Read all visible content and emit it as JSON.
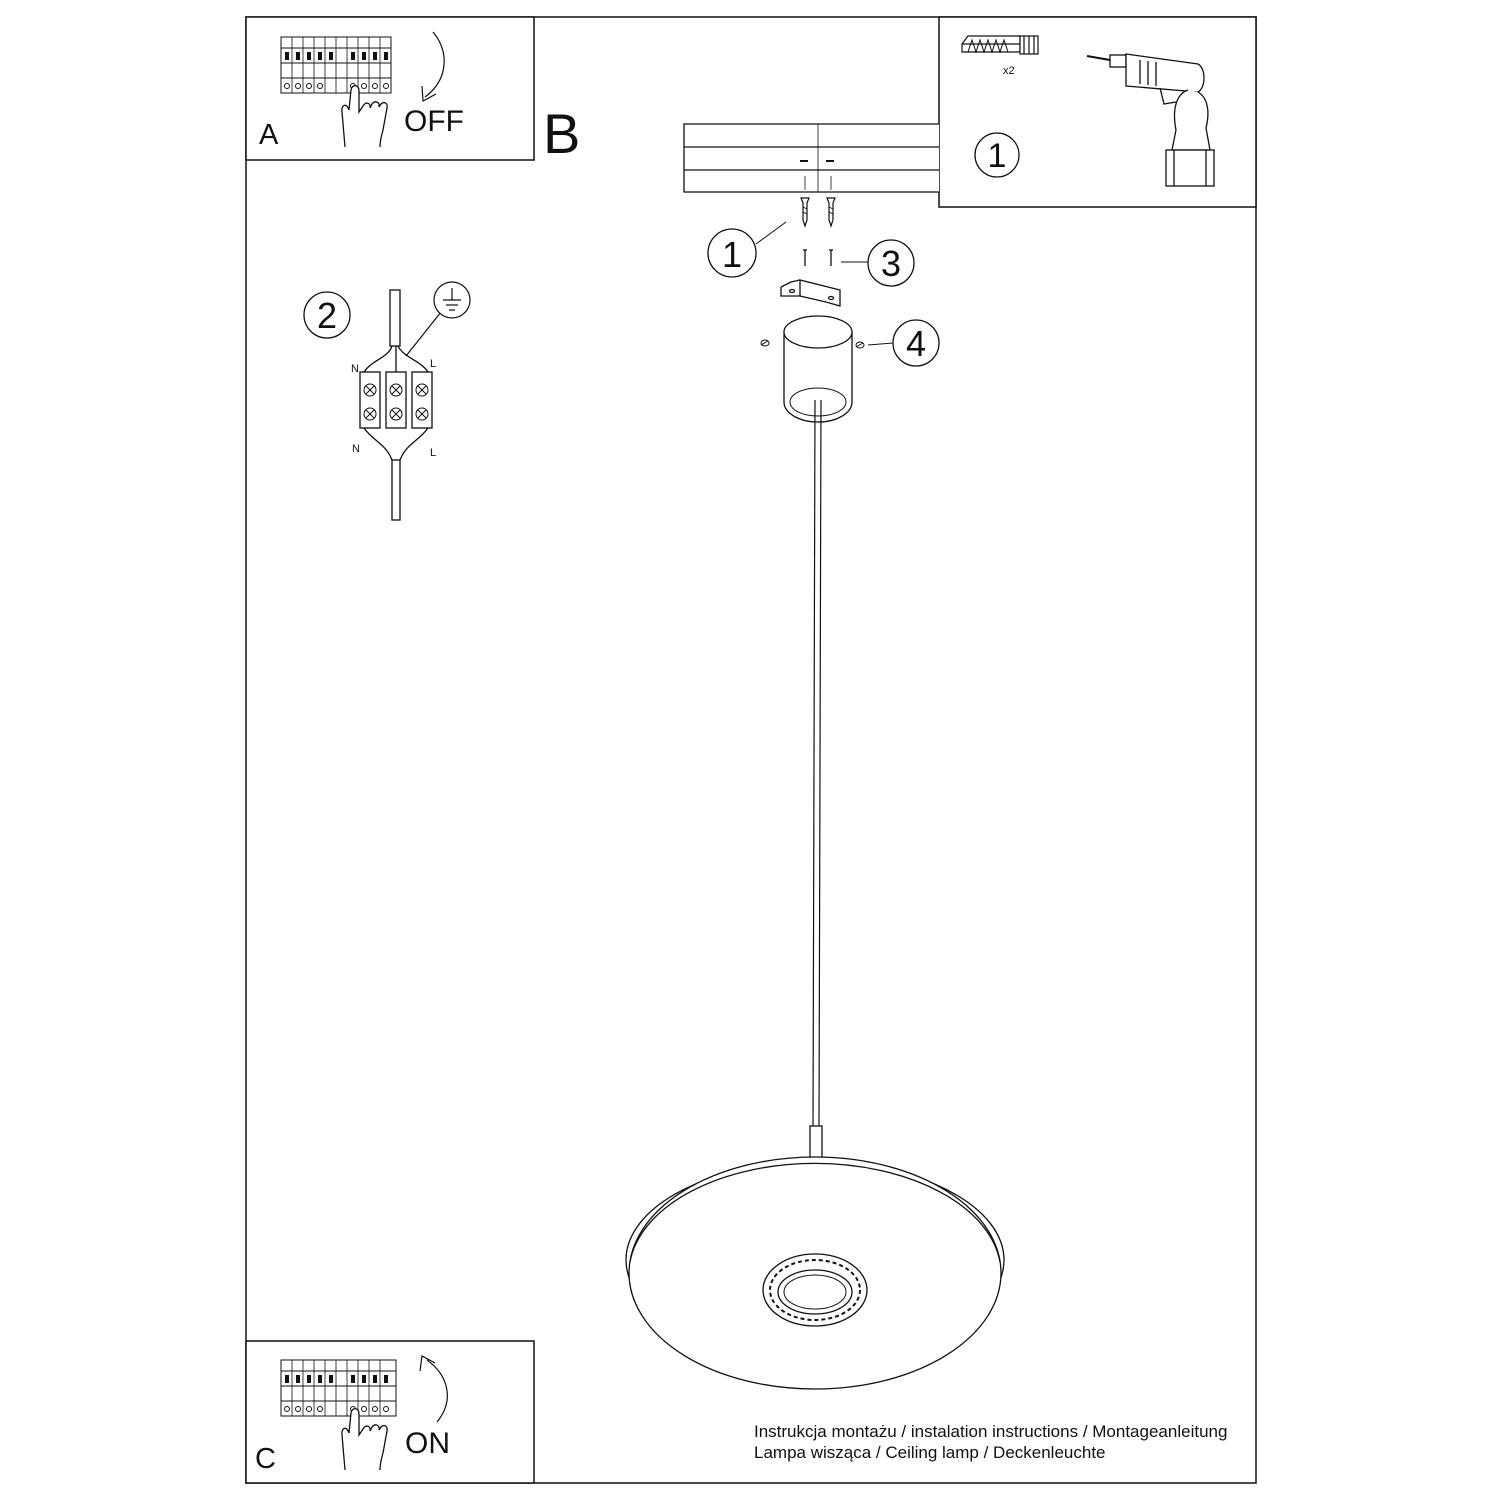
{
  "panels": {
    "a": {
      "letter": "A",
      "switch_label": "OFF"
    },
    "b": {
      "letter": "B"
    },
    "c": {
      "letter": "C",
      "switch_label": "ON"
    }
  },
  "steps": {
    "drill": "1",
    "screws": "1",
    "plugs": "3",
    "side_screws": "4",
    "wiring": "2"
  },
  "tools": {
    "quantity": "x2"
  },
  "wiring": {
    "neutral": "N",
    "live": "L"
  },
  "caption": {
    "line1": "Instrukcja montażu / instalation instructions / Montageanleitung",
    "line2": "Lampa wisząca / Ceiling lamp / Deckenleuchte"
  }
}
